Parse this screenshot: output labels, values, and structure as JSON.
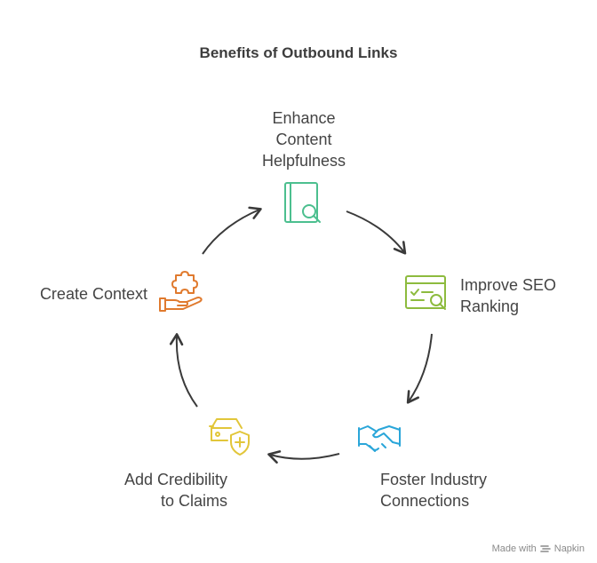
{
  "title": "Benefits of Outbound Links",
  "steps": [
    {
      "label_lines": [
        "Enhance",
        "Content",
        "Helpfulness"
      ],
      "icon": "book-search-icon",
      "color": "#4cbf8f"
    },
    {
      "label_lines": [
        "Improve SEO",
        "Ranking"
      ],
      "icon": "browser-search-icon",
      "color": "#8dbb3e"
    },
    {
      "label_lines": [
        "Foster Industry",
        "Connections"
      ],
      "icon": "handshake-icon",
      "color": "#2aa6d9"
    },
    {
      "label_lines": [
        "Add Credibility",
        "to Claims"
      ],
      "icon": "car-shield-icon",
      "color": "#e2c63a"
    },
    {
      "label_lines": [
        "Create Context"
      ],
      "icon": "puzzle-hand-icon",
      "color": "#e07a2e"
    }
  ],
  "footer": {
    "made_with": "Made with",
    "brand": "Napkin"
  }
}
